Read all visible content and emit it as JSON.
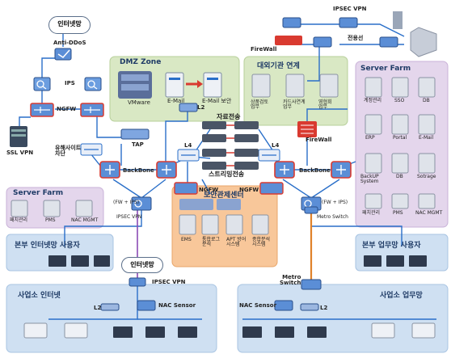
{
  "internet_top": "인터넷망",
  "internet_mid": "인터넷망",
  "anti_ddos": "Anti-DDoS",
  "ips": "IPS",
  "ngfw_top": "NGFW",
  "ssl_vpn": "SSL VPN",
  "harmful_site": "유해사이트\n차단",
  "tap": "TAP",
  "backbone_left": "BackBone",
  "backbone_right": "BackBone",
  "dmz": {
    "title": "DMZ Zone",
    "vmware": "VMware",
    "email": "E-Mail",
    "email_sec": "E-Mail 보안",
    "l2": "L2"
  },
  "data_transfer": "자료전송",
  "streaming": "스트리밍전송",
  "l4_left": "L4",
  "l4_right": "L4",
  "ngfw_left": "NGFW",
  "ngfw_right": "NGFW",
  "ipsec_vpn_top": "IPSEC VPN",
  "firewall_top": "FireWall",
  "dedicated_line": "전용선",
  "external": {
    "title": "대외기관 연계",
    "items": [
      "상품검토\n업무",
      "카드사연계\n업무",
      "영협회\n업무"
    ]
  },
  "firewall_right": "FireWall",
  "server_farm_right": {
    "title": "Server Farm",
    "items": [
      "계정관리",
      "SSO",
      "DB",
      "ERP",
      "Portal",
      "E-Mail",
      "BackUP\nSystem",
      "DB",
      "Sotrage",
      "패치관리",
      "PMS",
      "NAC MGMT"
    ]
  },
  "server_farm_left": {
    "title": "Server Farm",
    "items": [
      "패치관리",
      "PMS",
      "NAC MGMT"
    ]
  },
  "security_center": {
    "title": "보안관제센터",
    "items": [
      "EMS",
      "통합로그\n분석",
      "APT 방어\n시스템",
      "종합분석\n시스템"
    ]
  },
  "fw_ips_left": "(FW + IPS)",
  "fw_ips_right": "(FW + IPS)",
  "ipsec_vpn_left": "IPSEC VPN",
  "metro_switch_small": "Metro Switch",
  "hq_internet_users": "본부 인터넷망 사용자",
  "hq_business_users": "본부 업무망 사용자",
  "ipsec_vpn_bottom": "IPSEC VPN",
  "branch_internet": {
    "title": "사업소 인터넷",
    "l2": "L2",
    "nac": "NAC Sensor"
  },
  "metro_switch": "Metro\nSwitch",
  "branch_business": {
    "title": "사업소 업무망",
    "l2": "L2",
    "nac": "NAC Sensor"
  },
  "colors": {
    "zone_green": "#d9e8c4",
    "zone_purple": "#e4d6ec",
    "zone_blue": "#cfe0f2",
    "zone_orange": "#f8c79a",
    "firewall_red": "#d93a30",
    "link_blue": "#2a6fc9",
    "link_purple": "#8a4bb5",
    "link_orange": "#e0822a"
  }
}
